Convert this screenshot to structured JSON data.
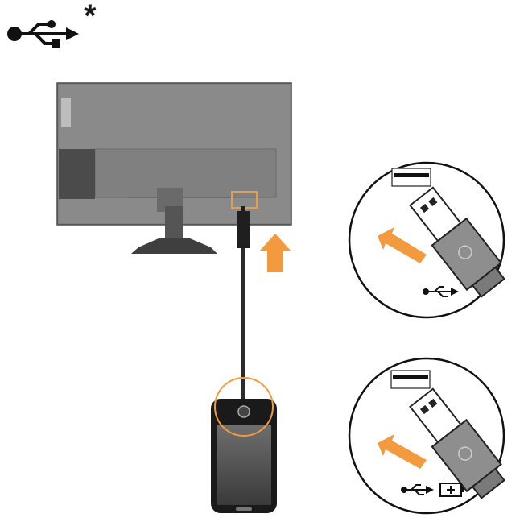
{
  "header": {
    "symbol_icon": "usb-trident-icon",
    "footnote_marker": "*"
  },
  "illustration": {
    "monitor_icon": "monitor-back-view",
    "port_highlight_color": "#f39a3e",
    "arrow_color": "#f39a3e",
    "cable_color": "#2b2b2b",
    "device_icon": "smartphone",
    "callouts": [
      {
        "name": "usb-data-port",
        "symbols": [
          "usb-trident-icon"
        ]
      },
      {
        "name": "usb-charging-port",
        "symbols": [
          "usb-trident-icon",
          "battery-plus-icon"
        ]
      }
    ]
  }
}
